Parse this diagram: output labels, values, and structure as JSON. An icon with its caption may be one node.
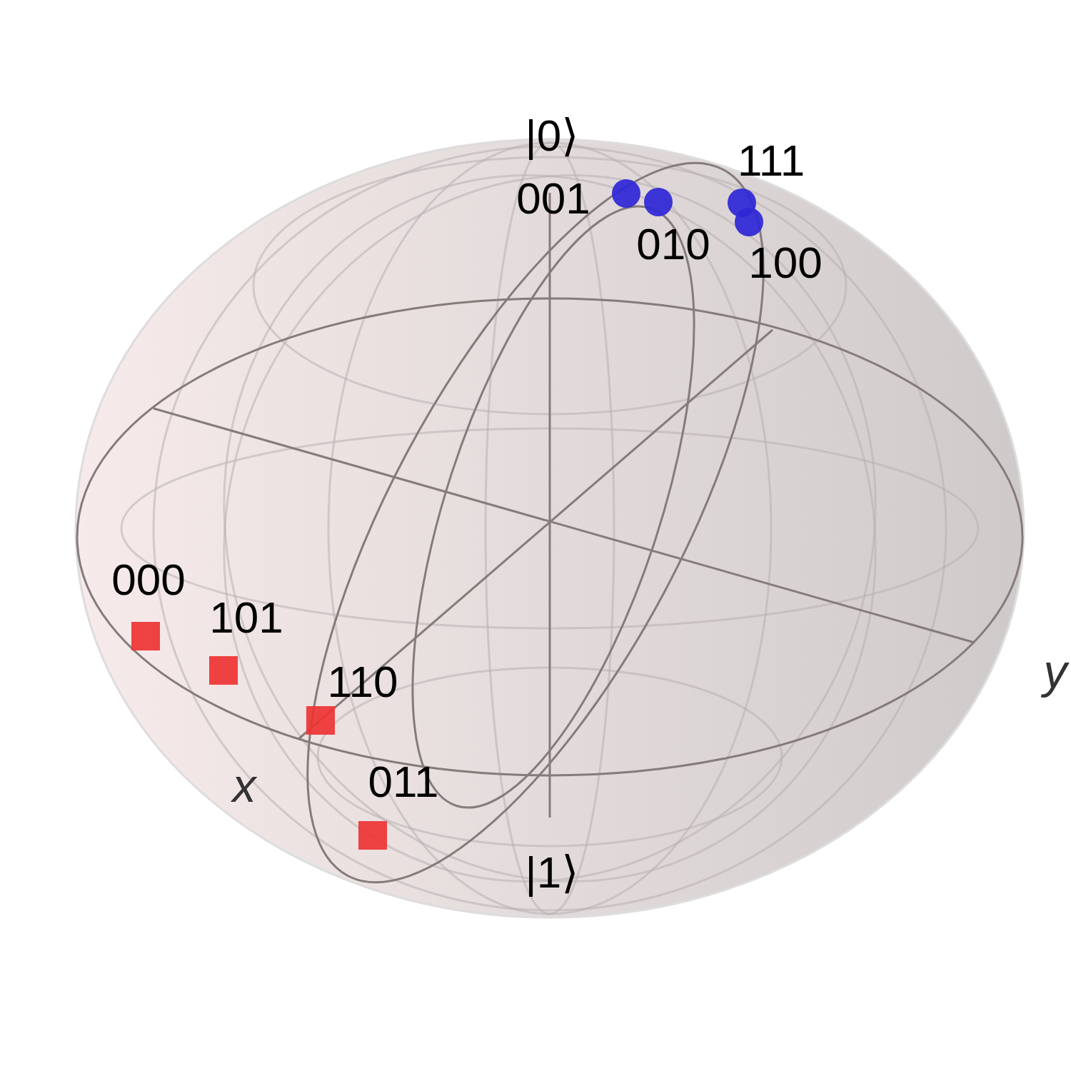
{
  "diagram": {
    "labels": [
      "|0⟩",
      "001",
      "111",
      "010",
      "100",
      "000",
      "101",
      "110",
      "x",
      "011",
      "|1⟩",
      "y"
    ]
  }
}
